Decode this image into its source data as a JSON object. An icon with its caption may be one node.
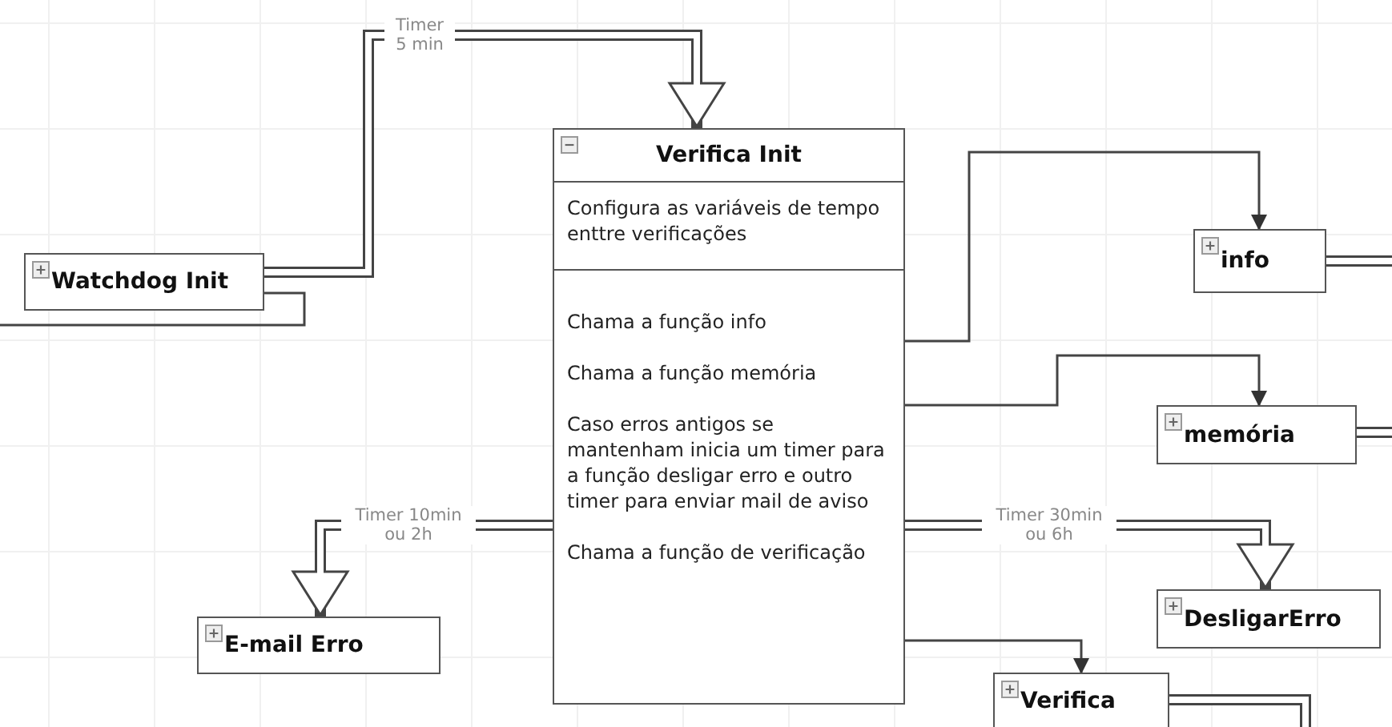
{
  "diagram": {
    "nodes": [
      {
        "text": [
          "Watchdog Init"
        ]
      },
      {
        "text": [
          "Verifica Init",
          "Configura as variáveis de tempo enttre verificações",
          "Chama a função info",
          "Chama a função memória",
          "Caso erros antigos se mantenham inicia um timer para a função desligar erro e outro timer para enviar mail de aviso",
          "Chama a função de verificação"
        ]
      },
      {
        "text": [
          "info"
        ]
      },
      {
        "text": [
          "memória"
        ]
      },
      {
        "text": [
          "E-mail Erro"
        ]
      },
      {
        "text": [
          "DesligarErro"
        ]
      },
      {
        "text": [
          "Verifica"
        ]
      }
    ],
    "edges": [
      {
        "from": 0,
        "to": 1,
        "arrow": "to",
        "label": "Timer 5 min"
      },
      {
        "from": 0,
        "to": null,
        "arrow": "none"
      },
      {
        "from": 1,
        "to": 2,
        "arrow": "to"
      },
      {
        "from": 1,
        "to": 3,
        "arrow": "to"
      },
      {
        "from": 1,
        "to": 4,
        "arrow": "to",
        "label": "Timer 10min ou 2h"
      },
      {
        "from": 1,
        "to": 5,
        "arrow": "to",
        "label": "Timer 30min ou 6h"
      },
      {
        "from": 1,
        "to": 6,
        "arrow": "to"
      },
      {
        "from": 2,
        "to": null,
        "arrow": "none"
      },
      {
        "from": 3,
        "to": null,
        "arrow": "none"
      },
      {
        "from": 6,
        "to": null,
        "arrow": "none"
      }
    ]
  }
}
